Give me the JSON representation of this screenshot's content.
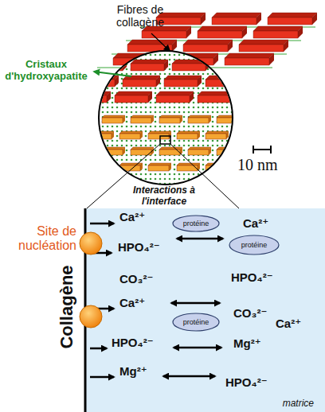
{
  "diagram": {
    "nodes": [
      {
        "text": [
          "matrice"
        ]
      },
      {
        "text": [
          "protéine"
        ],
        "in": 0
      },
      {
        "text": [
          "protéine"
        ],
        "in": 0
      },
      {
        "text": [
          "protéine"
        ],
        "in": 0
      }
    ],
    "labels": [
      "Fibres de collagène",
      "Cristaux d'hydroxyapatite",
      "10 nm",
      "Interactions à l'interface",
      "Site de nucléation",
      "Collagène",
      "Ca²⁺",
      "HPO₄²⁻",
      "CO₃²⁻",
      "Ca²⁺",
      "HPO₄²⁻",
      "Mg²⁺",
      "Ca²⁺",
      "HPO₄²⁻",
      "CO₃²⁻",
      "Ca²⁺",
      "Mg²⁺",
      "HPO₄²⁻"
    ]
  }
}
